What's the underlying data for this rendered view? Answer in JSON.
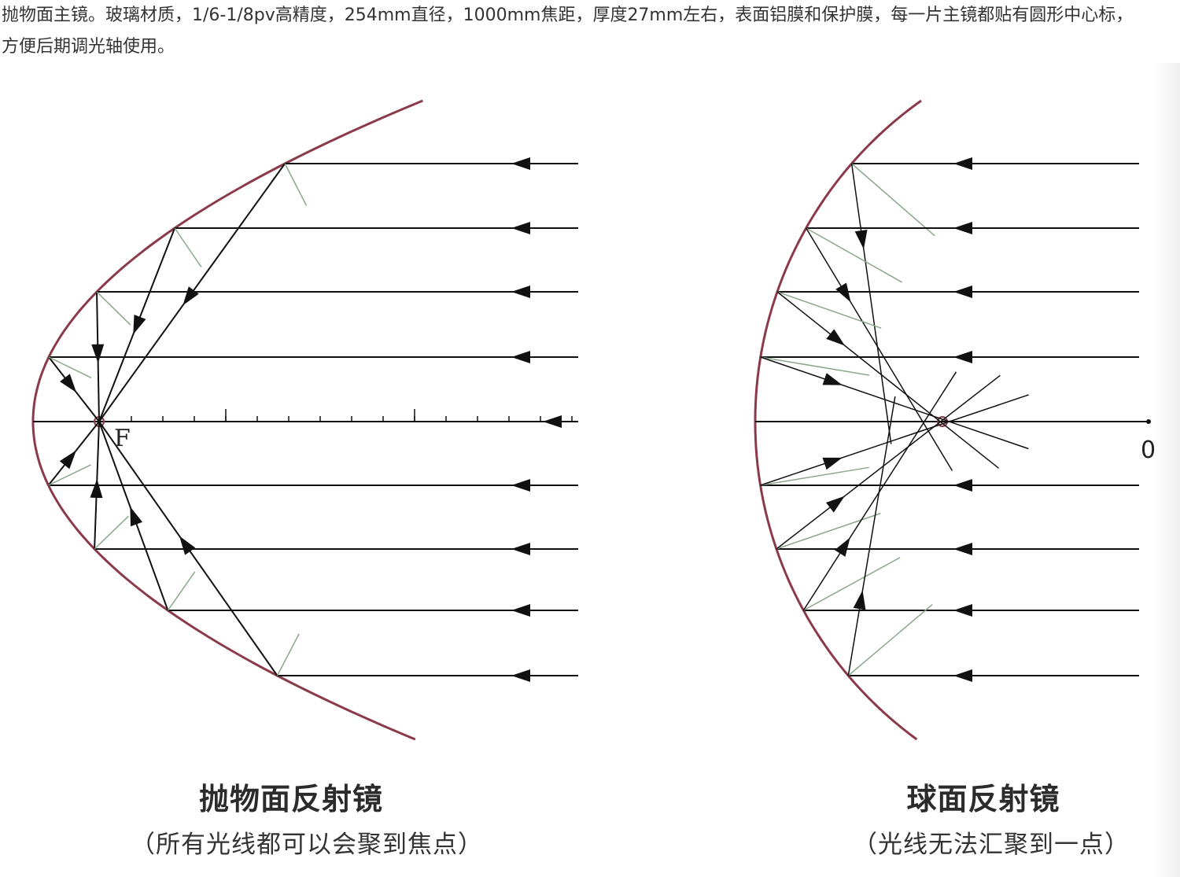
{
  "intro": {
    "text": "抛物面主镜。玻璃材质，1/6-1/8pv高精度，254mm直径，1000mm焦距，厚度27mm左右，表面铝膜和保护膜，每一片主镜都贴有圆形中心标，方便后期调光轴使用。"
  },
  "diagrams": {
    "parabolic": {
      "title": "抛物面反射镜",
      "subtitle": "（所有光线都可以会聚到焦点）",
      "focus_label": "F"
    },
    "spherical": {
      "title": "球面反射镜",
      "subtitle": "（光线无法汇聚到一点）",
      "center_label": "0"
    }
  },
  "colors": {
    "mirror": "#8a3a4a",
    "ray": "#111111",
    "normal": "#8aa88a",
    "text": "#333333"
  }
}
